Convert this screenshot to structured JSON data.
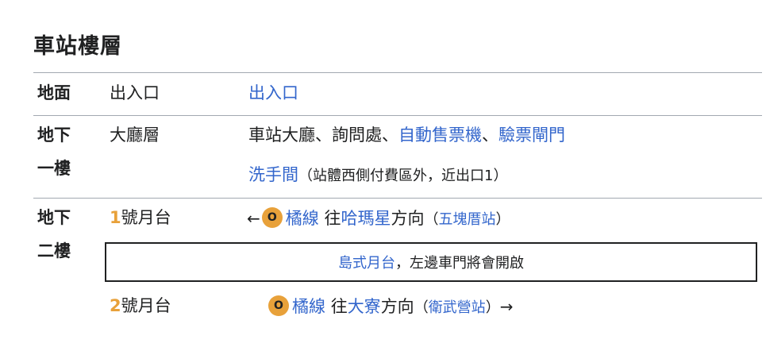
{
  "title": "車站樓層",
  "rows": {
    "ground": {
      "floor": "地面",
      "area": "出入口",
      "link": "出入口"
    },
    "b1": {
      "floor_line1": "地下",
      "floor_line2": "一樓",
      "area": "大廳層",
      "line1": {
        "t1": "車站大廳",
        "sep1": "、",
        "t2": "詢問處",
        "sep2": "、",
        "link1": "自動售票機",
        "sep3": "、",
        "link2": "驗票閘門"
      },
      "line2": {
        "link": "洗手間",
        "note": "（站體西側付費區外，近出口1）"
      }
    },
    "b2": {
      "floor_line1": "地下",
      "floor_line2": "二樓",
      "platform1": {
        "num": "1",
        "label": "號月台",
        "arrow": "←",
        "line_code": "O",
        "line_name": "橘線",
        "toward": "往",
        "dest": "哈瑪星",
        "dir": "方向",
        "paren_open": "（",
        "terminus": "五塊厝站",
        "paren_close": "）"
      },
      "island": {
        "link": "島式月台",
        "text": "，左邊車門將會開啟"
      },
      "platform2": {
        "num": "2",
        "label": "號月台",
        "line_code": "O",
        "line_name": "橘線",
        "toward": "往",
        "dest": "大寮",
        "dir": "方向",
        "paren_open": "（",
        "terminus": "衛武營站",
        "paren_close": "）",
        "arrow": "→"
      }
    }
  },
  "colors": {
    "link": "#3366cc",
    "orange_line": "#e8a13a",
    "rule": "#a2a9b1"
  },
  "icons": {
    "line_badge": "orange-line-circle-icon"
  }
}
